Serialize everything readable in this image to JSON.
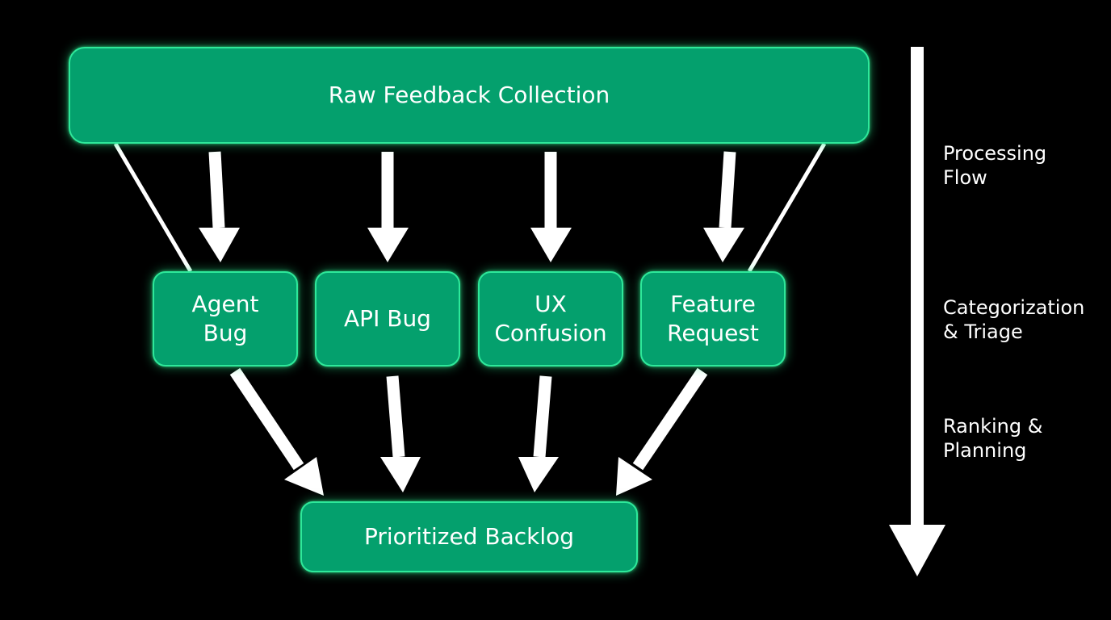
{
  "colors": {
    "background": "#000000",
    "node_fill": "#04a06d",
    "node_border": "#2ee89a",
    "arrow": "#ffffff",
    "text": "#ffffff"
  },
  "nodes": {
    "top": "Raw Feedback Collection",
    "categories": [
      "Agent\nBug",
      "API Bug",
      "UX\nConfusion",
      "Feature\nRequest"
    ],
    "bottom": "Prioritized Backlog"
  },
  "stages": [
    "Processing\nFlow",
    "Categorization\n& Triage",
    "Ranking &\nPlanning"
  ]
}
